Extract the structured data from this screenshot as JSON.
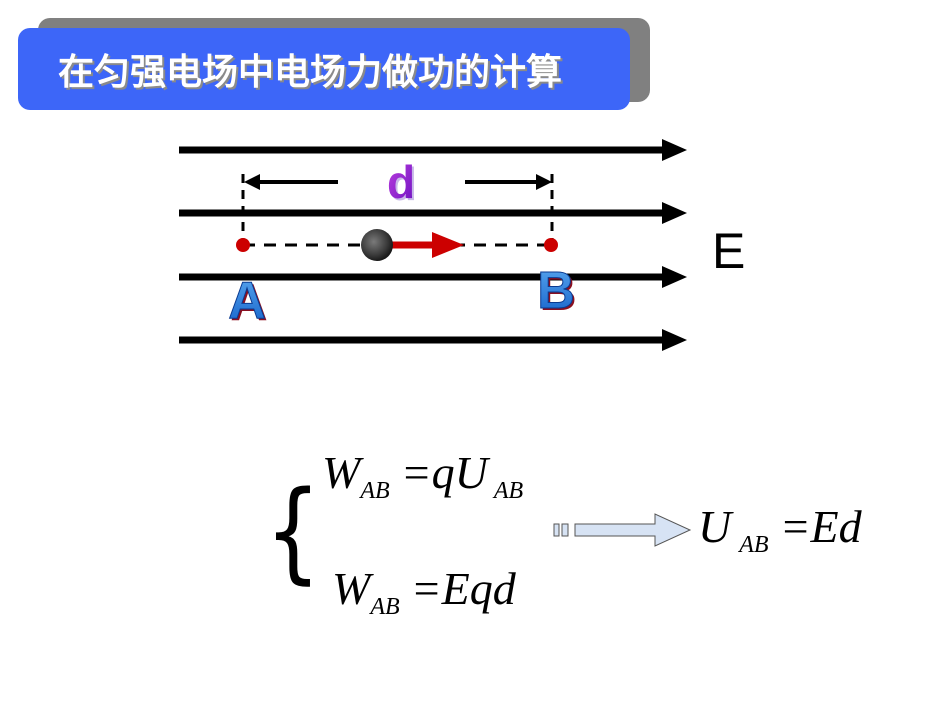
{
  "title": "在匀强电场中电场力做功的计算",
  "diagram": {
    "field_label": "E",
    "distance_label": "d",
    "point_a": "A",
    "point_b": "B",
    "colors": {
      "title_bg": "#3d66f8",
      "title_shadow": "#808080",
      "field_lines": "#000000",
      "force_arrow": "#cc0000",
      "points": "#cc0000",
      "charge": "#4a4a4a",
      "point_labels": "#1e6fd0",
      "distance_label": "#9b1fd6",
      "implication_arrow": "#d7e3f4"
    }
  },
  "formulas": {
    "eq1": {
      "lhs": "W",
      "lhs_sub": "AB",
      "eq": "=",
      "rhs": "qU",
      "rhs_sub": "AB"
    },
    "eq2": {
      "lhs": "W",
      "lhs_sub": "AB",
      "eq": "=",
      "rhs": "Eqd"
    },
    "result": {
      "lhs": "U",
      "lhs_sub": "AB",
      "eq": "=",
      "rhs": "Ed"
    }
  }
}
